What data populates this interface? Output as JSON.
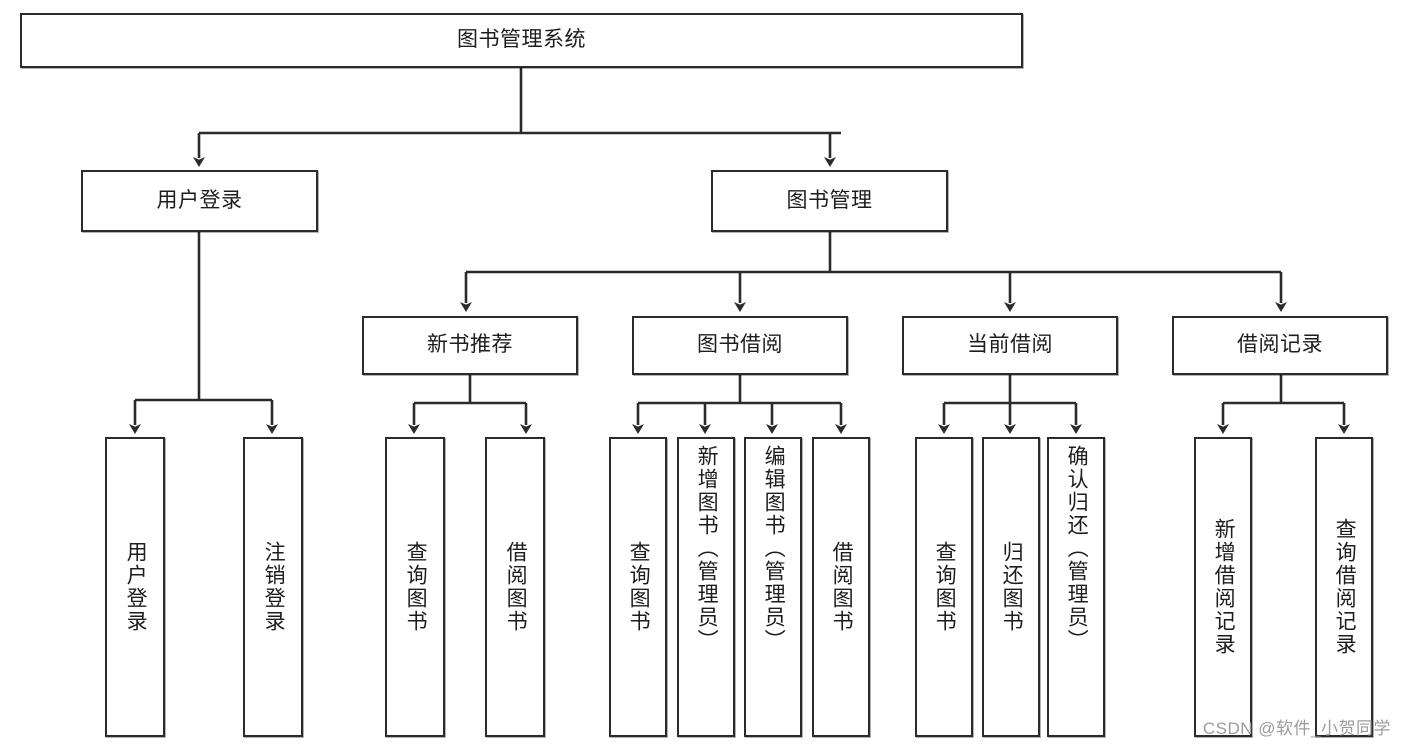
{
  "diagram": {
    "title": "图书管理系统",
    "type": "tree",
    "watermark": "CSDN @软件_小贺同学",
    "colors": {
      "stroke": "#2b2b2b",
      "fill": "#ffffff",
      "text": "#1d1d1d",
      "watermark": "#9c9c9c"
    },
    "nodes": {
      "root": {
        "label": "图书管理系统"
      },
      "level2": [
        {
          "id": "user-login",
          "label": "用户登录"
        },
        {
          "id": "book-manage",
          "label": "图书管理"
        }
      ],
      "level3": [
        {
          "id": "new-book-recommend",
          "label": "新书推荐"
        },
        {
          "id": "book-borrow",
          "label": "图书借阅"
        },
        {
          "id": "current-borrow",
          "label": "当前借阅"
        },
        {
          "id": "borrow-record",
          "label": "借阅记录"
        }
      ],
      "leaves": {
        "user-login": [
          {
            "id": "leaf-user-login",
            "label": "用户登录"
          },
          {
            "id": "leaf-logout",
            "label": "注销登录"
          }
        ],
        "new-book-recommend": [
          {
            "id": "leaf-query-book-1",
            "label": "查询图书"
          },
          {
            "id": "leaf-borrow-book-1",
            "label": "借阅图书"
          }
        ],
        "book-borrow": [
          {
            "id": "leaf-query-book-2",
            "label": "查询图书"
          },
          {
            "id": "leaf-add-book",
            "label": "新增图书（管理员）"
          },
          {
            "id": "leaf-edit-book",
            "label": "编辑图书（管理员）"
          },
          {
            "id": "leaf-borrow-book-2",
            "label": "借阅图书"
          }
        ],
        "current-borrow": [
          {
            "id": "leaf-query-book-3",
            "label": "查询图书"
          },
          {
            "id": "leaf-return-book",
            "label": "归还图书"
          },
          {
            "id": "leaf-confirm-return",
            "label": "确认归还（管理员）"
          }
        ],
        "borrow-record": [
          {
            "id": "leaf-add-record",
            "label": "新增借阅记录"
          },
          {
            "id": "leaf-query-record",
            "label": "查询借阅记录"
          }
        ]
      }
    }
  }
}
